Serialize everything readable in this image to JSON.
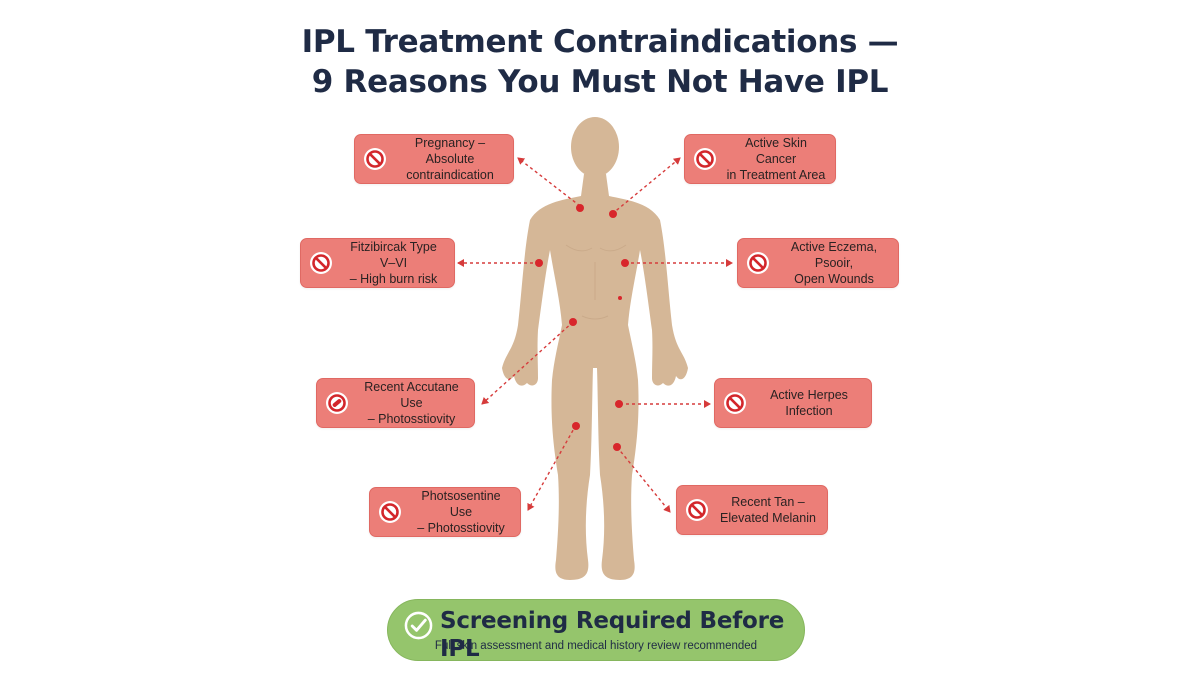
{
  "title": {
    "line1": "IPL Treatment Contraindications —",
    "line2": "9 Reasons You Must Not Have IPL"
  },
  "callouts": [
    {
      "id": "pregnancy",
      "icon": "prohibited-icon",
      "line1": "Pregnancy – Absolute",
      "line2": "contraindication"
    },
    {
      "id": "skin-cancer",
      "icon": "prohibited-icon",
      "line1": "Active Skin Cancer",
      "line2": "in Treatment Area"
    },
    {
      "id": "fitzpatrick",
      "icon": "prohibited-icon",
      "line1": "Fitzibircak Type V–VI",
      "line2": "– High burn risk"
    },
    {
      "id": "eczema",
      "icon": "prohibited-icon",
      "line1": "Active Eczema, Psooir,",
      "line2": "Open Wounds"
    },
    {
      "id": "accutane",
      "icon": "no-medication-icon",
      "line1": "Recent Accutane Use",
      "line2": "– Photosstiovity"
    },
    {
      "id": "herpes",
      "icon": "prohibited-icon",
      "line1": "Active Herpes",
      "line2": "Infection"
    },
    {
      "id": "photosensitive",
      "icon": "prohibited-icon",
      "line1": "Photsosentine Use",
      "line2": "– Photosstiovity"
    },
    {
      "id": "tan",
      "icon": "prohibited-icon",
      "line1": "Recent Tan –",
      "line2": "Elevated Melanin"
    }
  ],
  "banner": {
    "icon": "check-circle-icon",
    "heading": "Screening Required Before IPL",
    "subtext": "Full skin assessment and medical history review recommended"
  },
  "colors": {
    "title": "#1f2b45",
    "callout_fill": "#ec7e78",
    "arrow": "#d63b3b",
    "marker": "#d8262b",
    "body_figure": "#d5b797",
    "banner_fill": "#95c56c"
  }
}
